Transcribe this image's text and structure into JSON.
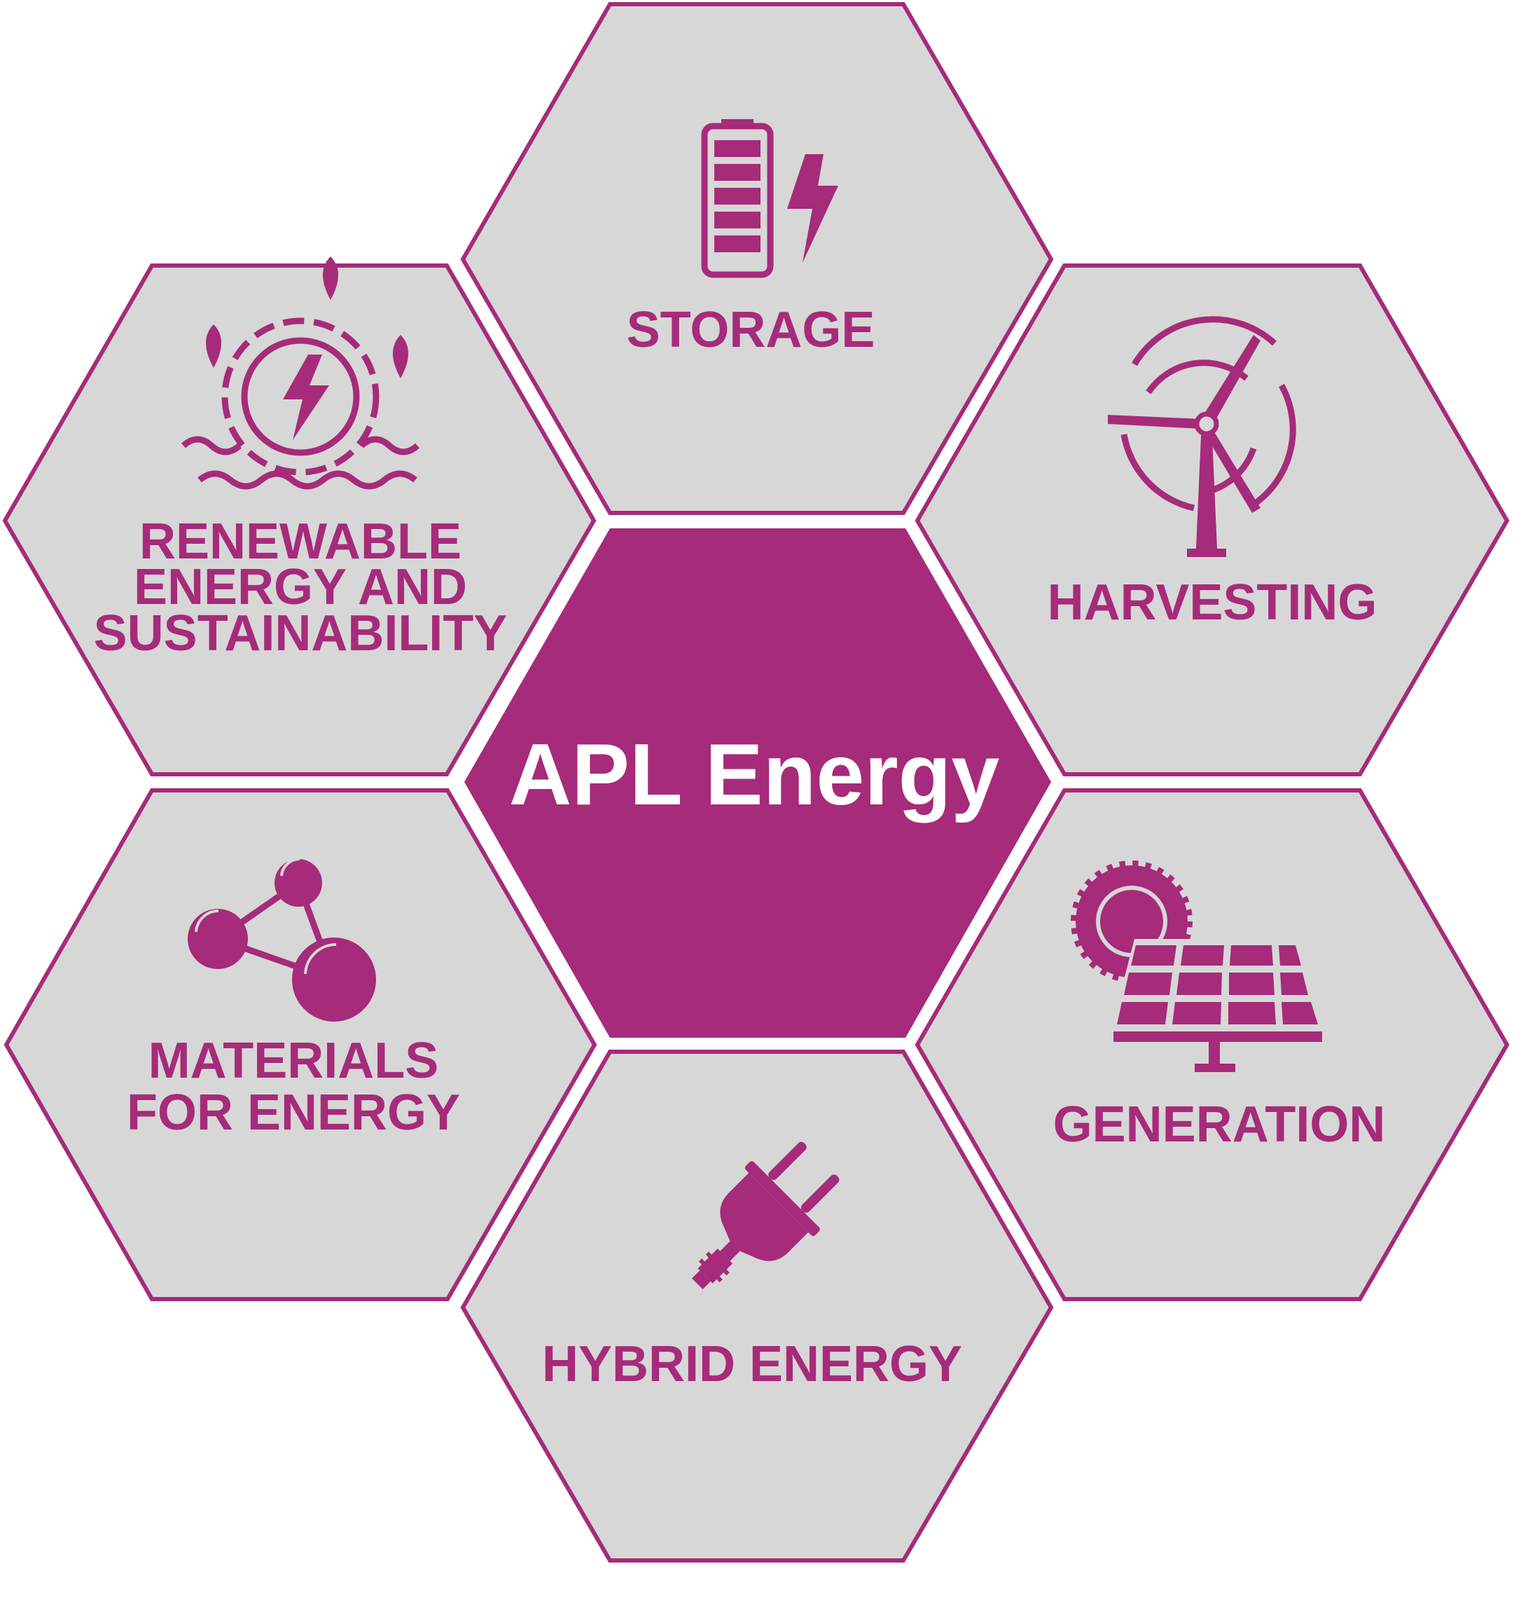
{
  "center": {
    "title": "APL Energy"
  },
  "topics": {
    "storage": {
      "label": "STORAGE",
      "icon": "battery-icon"
    },
    "harvesting": {
      "label": "HARVESTING",
      "icon": "wind-turbine-icon"
    },
    "renewable": {
      "lines": [
        "RENEWABLE",
        "ENERGY AND",
        "SUSTAINABILITY"
      ],
      "icon": "water-turbine-icon"
    },
    "materials": {
      "lines": [
        "MATERIALS",
        "FOR ENERGY"
      ],
      "icon": "molecule-icon"
    },
    "generation": {
      "label": "GENERATION",
      "icon": "solar-panel-icon"
    },
    "hybrid": {
      "label": "HYBRID ENERGY",
      "icon": "plug-icon"
    }
  },
  "colors": {
    "accent": "#A62B7A",
    "tile": "#D7D7D7"
  }
}
